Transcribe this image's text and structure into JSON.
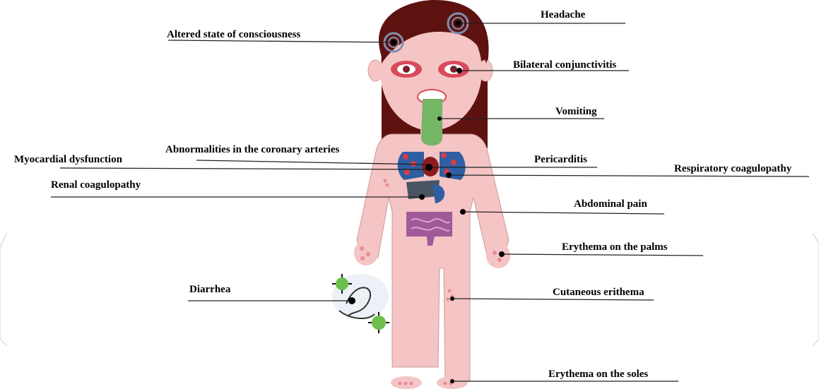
{
  "labels": {
    "headache": "Headache",
    "altered_consciousness": "Altered state of consciousness",
    "bilateral_conjunctivitis": "Bilateral conjunctivitis",
    "vomiting": "Vomiting",
    "myocardial_dysfunction": "Myocardial dysfunction",
    "coronary_abnormalities": "Abnormalities in the coronary arteries",
    "pericarditis": "Pericarditis",
    "respiratory_coagulopathy": "Respiratory coagulopathy",
    "renal_coagulopathy": "Renal coagulopathy",
    "abdominal_pain": "Abdominal pain",
    "erythema_palms": "Erythema on the palms",
    "diarrhea": "Diarrhea",
    "cutaneous_erythema": "Cutaneous erithema",
    "erythema_soles": "Erythema on the soles"
  },
  "colors": {
    "hair": "#5e1210",
    "skin": "#f5c4c4",
    "eye_red": "#d94a5a",
    "vomit_green": "#74b566",
    "lungs": "#2e5fa3",
    "heart": "#8a1c1c",
    "liver": "#4a5563",
    "intestine": "#a05a98",
    "rash": "#e88a98",
    "virus": "#6cbf4a",
    "target_ring": "#7f8fb0",
    "line": "#222222"
  }
}
